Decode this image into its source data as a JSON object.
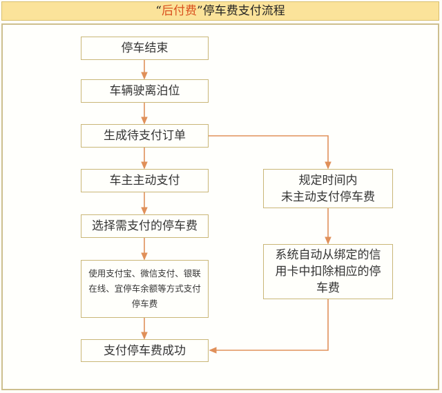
{
  "header": {
    "open_quote": "“",
    "highlight": "后付费",
    "close_quote": "”",
    "title_rest": "停车费支付流程"
  },
  "colors": {
    "header_bg": "#fbe39a",
    "highlight": "#d9501e",
    "arrow": "#e0905a",
    "box_border": "#c9b676"
  },
  "flow": {
    "left": [
      {
        "id": "end",
        "label": "停车结束"
      },
      {
        "id": "leave",
        "label": "车辆驶离泊位"
      },
      {
        "id": "order",
        "label": "生成待支付订单"
      },
      {
        "id": "active",
        "label": "车主主动支付"
      },
      {
        "id": "select",
        "label": "选择需支付的停车费"
      },
      {
        "id": "methods",
        "label": "使用支付宝、微信支付、银联在线、宜停车余额等方式支付停车费"
      },
      {
        "id": "success",
        "label": "支付停车费成功"
      }
    ],
    "right": [
      {
        "id": "timeout",
        "line1": "规定时间内",
        "line2": "未主动支付停车费"
      },
      {
        "id": "auto",
        "label": "系统自动从绑定的信用卡中扣除相应的停车费"
      }
    ]
  }
}
